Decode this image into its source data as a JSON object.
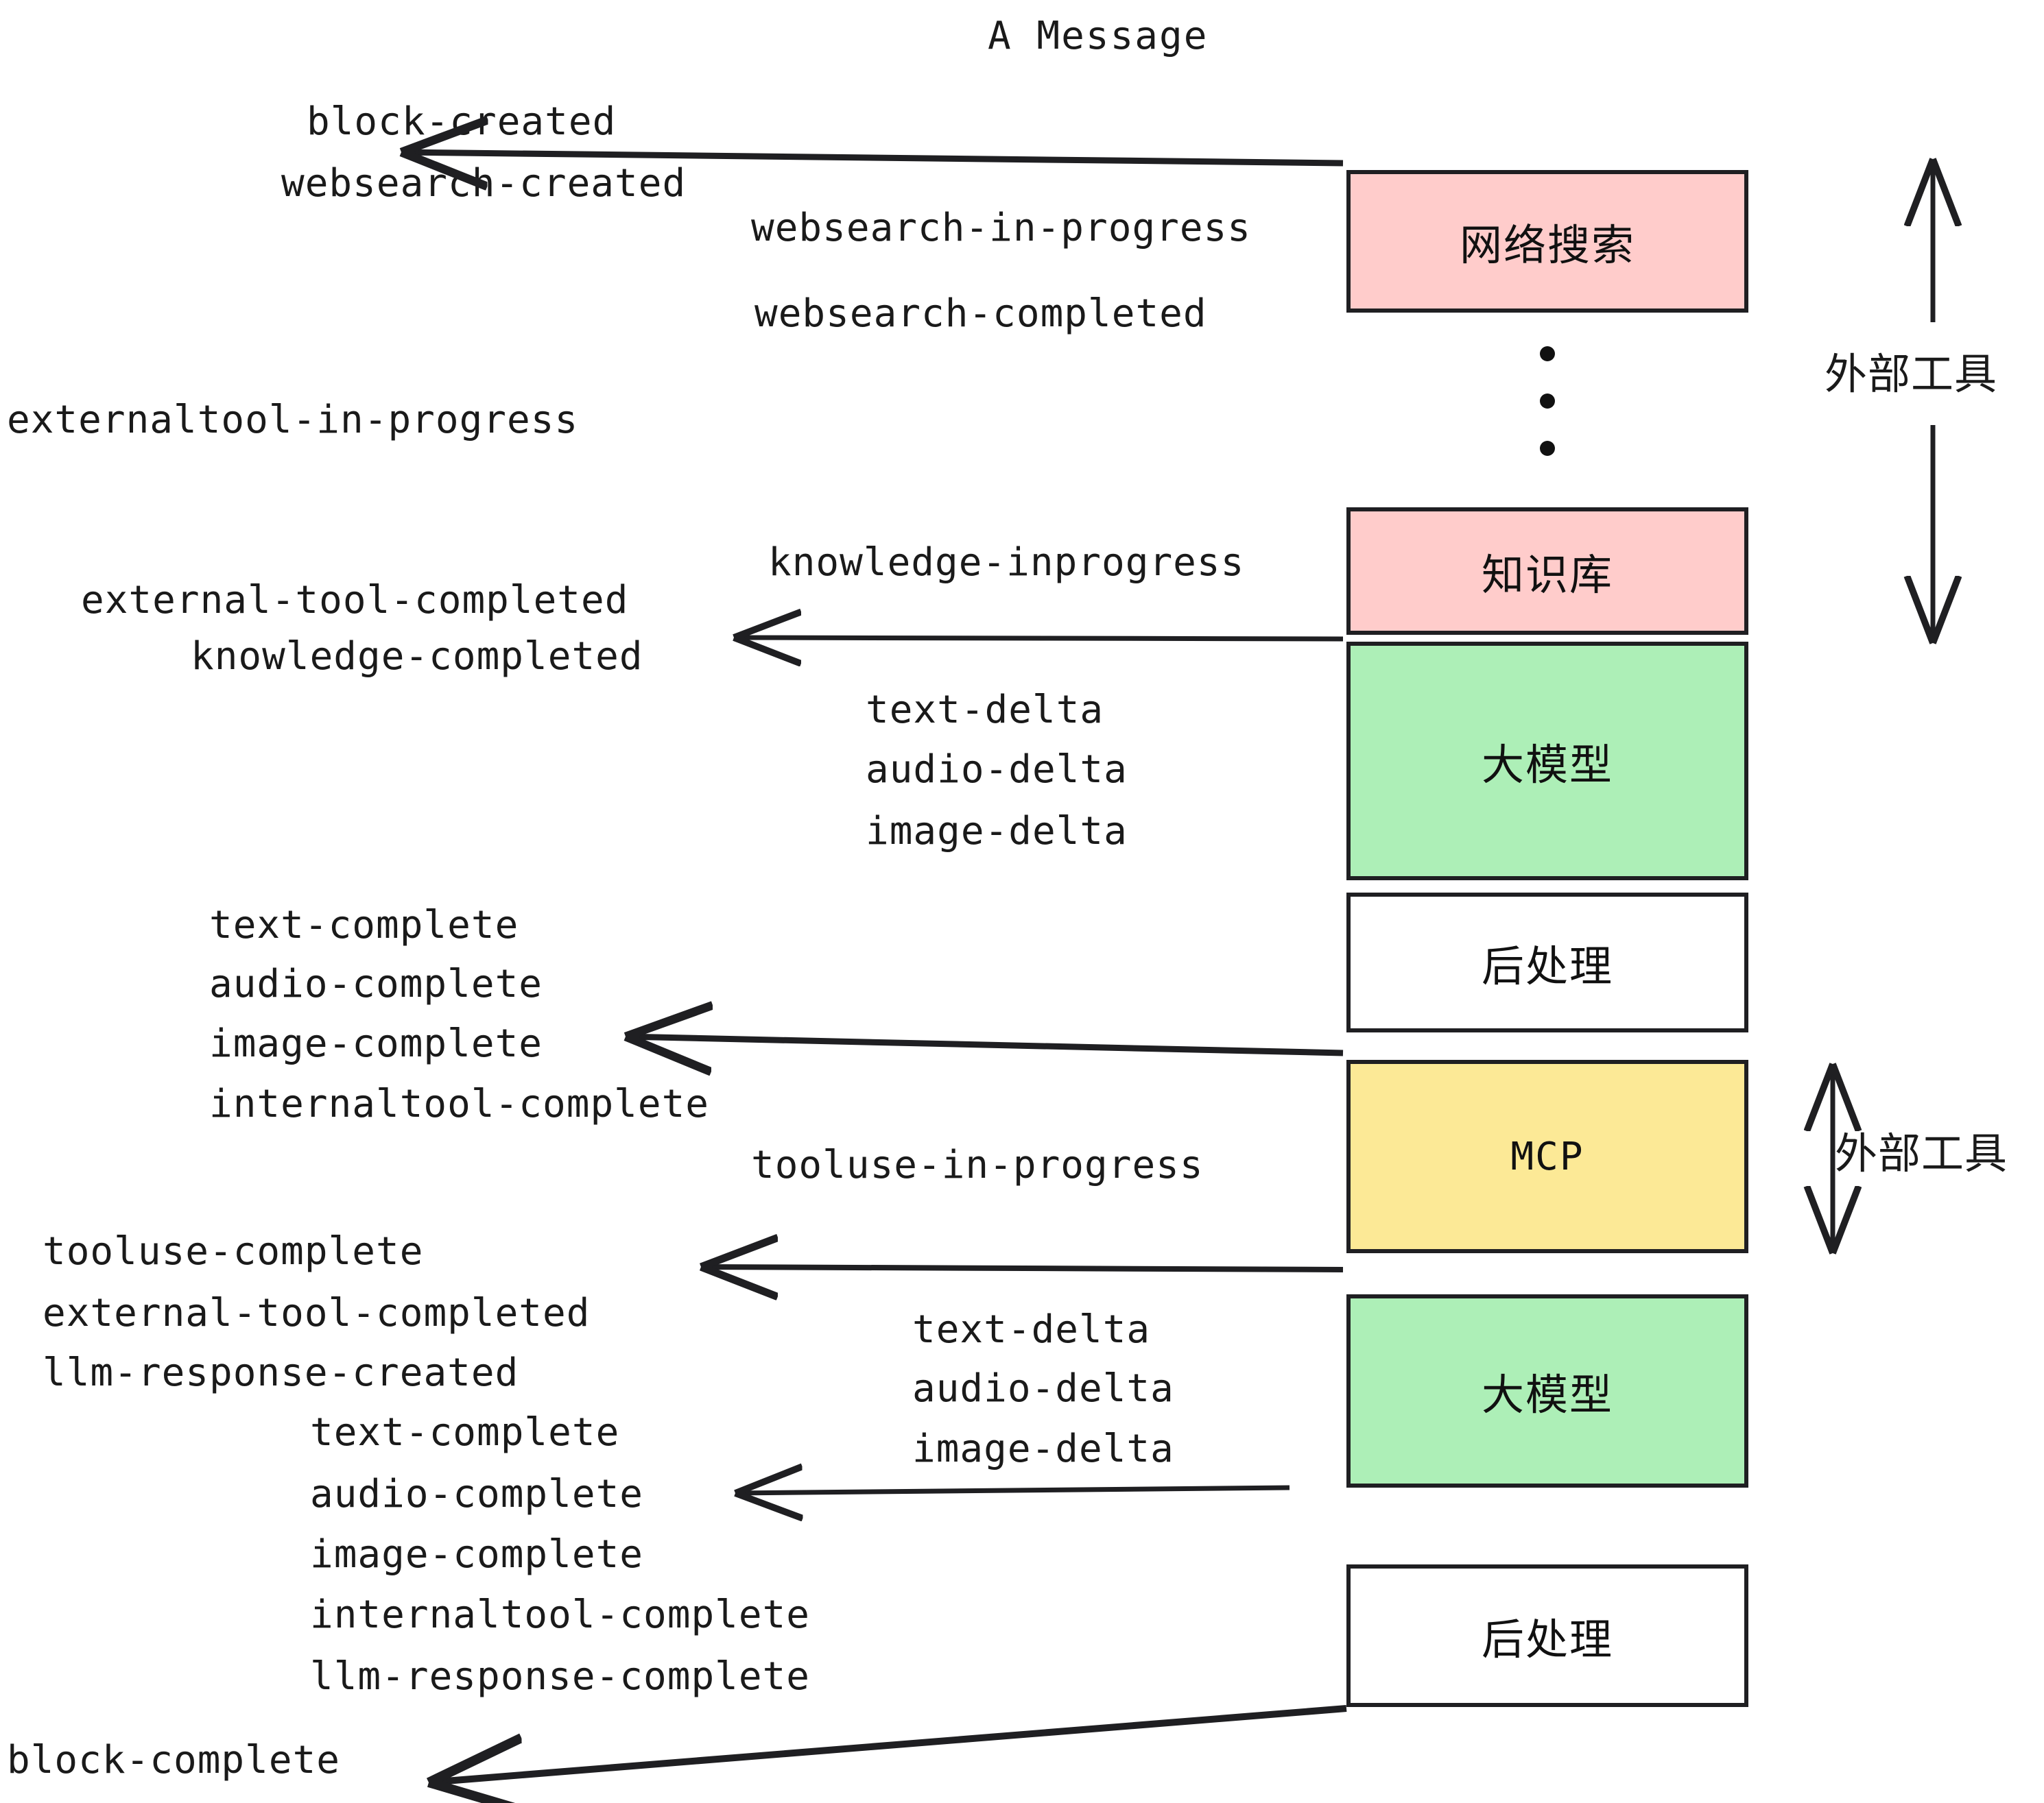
{
  "title": "A Message",
  "boxes": [
    {
      "id": "websearch",
      "label": "网络搜索",
      "color": "#FFCCCB",
      "kind": "external-tool"
    },
    {
      "id": "knowledge",
      "label": "知识库",
      "color": "#FFCCCB",
      "kind": "external-tool"
    },
    {
      "id": "llm-1",
      "label": "大模型",
      "color": "#ADEFB7",
      "kind": "model"
    },
    {
      "id": "postprocess-1",
      "label": "后处理",
      "color": "#FFFFFF",
      "kind": "postprocess"
    },
    {
      "id": "mcp",
      "label": "MCP",
      "color": "#FCE996",
      "kind": "external-tool"
    },
    {
      "id": "llm-2",
      "label": "大模型",
      "color": "#ADEFB7",
      "kind": "model"
    },
    {
      "id": "postprocess-2",
      "label": "后处理",
      "color": "#FFFFFF",
      "kind": "postprocess"
    }
  ],
  "side_labels": [
    {
      "id": "external-tool-bracket-top",
      "text": "外部工具"
    },
    {
      "id": "external-tool-bracket-bottom",
      "text": "外部工具"
    }
  ],
  "events": {
    "block_created": "block-created",
    "websearch_created": "websearch-created",
    "websearch_in_progress": "websearch-in-progress",
    "websearch_completed": "websearch-completed",
    "externaltool_in_progress": "externaltool-in-progress",
    "knowledge_inprogress": "knowledge-inprogress",
    "external_tool_completed_1": "external-tool-completed",
    "knowledge_completed": "knowledge-completed",
    "text_delta_1": "text-delta",
    "audio_delta_1": "audio-delta",
    "image_delta_1": "image-delta",
    "text_complete_1": "text-complete",
    "audio_complete_1": "audio-complete",
    "image_complete_1": "image-complete",
    "internaltool_complete_1": "internaltool-complete",
    "tooluse_in_progress": "tooluse-in-progress",
    "tooluse_complete": "tooluse-complete",
    "external_tool_completed_2": "external-tool-completed",
    "llm_response_created": "llm-response-created",
    "text_delta_2": "text-delta",
    "audio_delta_2": "audio-delta",
    "image_delta_2": "image-delta",
    "text_complete_2": "text-complete",
    "audio_complete_2": "audio-complete",
    "image_complete_2": "image-complete",
    "internaltool_complete_2": "internaltool-complete",
    "llm_response_complete": "llm-response-complete",
    "block_complete": "block-complete"
  },
  "colors": {
    "stroke": "#1f1f22",
    "pink": "#FFCCCB",
    "green": "#ADEFB7",
    "yellow": "#FCE996",
    "white": "#FFFFFF",
    "text": "#1a1a1a"
  }
}
